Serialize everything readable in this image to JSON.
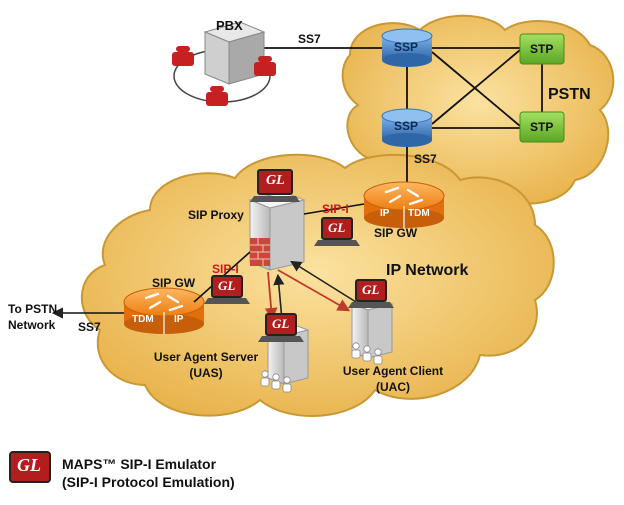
{
  "nodes": {
    "pbx": "PBX",
    "ssp_top": "SSP",
    "ssp_bottom": "SSP",
    "stp_top": "STP",
    "stp_bottom": "STP",
    "sip_proxy": "SIP Proxy",
    "sip_gw_right": "SIP GW",
    "sip_gw_left": "SIP GW",
    "ip_right": "IP",
    "tdm_right": "TDM",
    "tdm_left": "TDM",
    "ip_left": "IP",
    "uas_line1": "User Agent Server",
    "uas_line2": "(UAS)",
    "uac_line1": "User Agent Client",
    "uac_line2": "(UAC)"
  },
  "clouds": {
    "pstn": "PSTN",
    "ip_network": "IP Network"
  },
  "links": {
    "pbx_ss7": "SS7",
    "gw_ss7": "SS7",
    "out_ss7": "SS7",
    "sipi_right": "SIP-I",
    "sipi_left": "SIP-I",
    "to_pstn_line1": "To PSTN",
    "to_pstn_line2": "Network"
  },
  "logo_text": "GL",
  "footer": {
    "line1": "MAPS™ SIP-I Emulator",
    "line2": "(SIP-I Protocol Emulation)"
  },
  "colors": {
    "cloud": "#f0c15a",
    "cloud_edge": "#c99834",
    "ssp": "#4a86c8",
    "stp": "#7cc93a",
    "router": "#f28c1e",
    "logo": "#b21e1e",
    "sip_i": "#d01919"
  }
}
